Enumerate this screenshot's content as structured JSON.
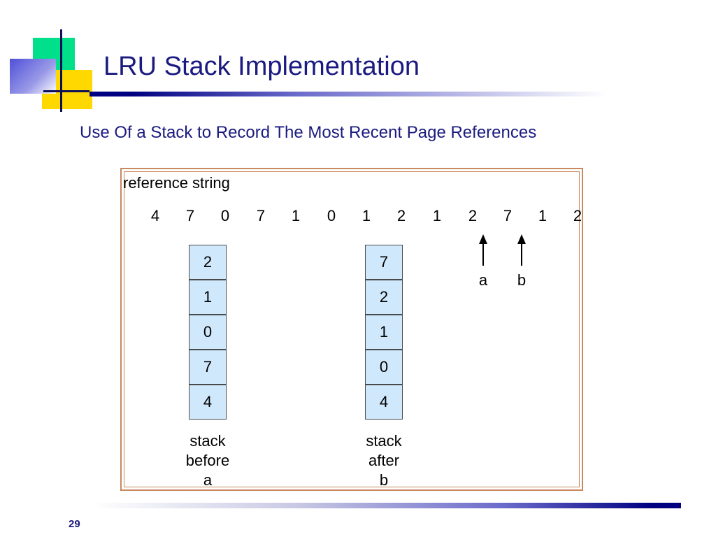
{
  "slide": {
    "title": "LRU Stack Implementation",
    "subtitle": "Use Of a Stack to Record The Most Recent Page References",
    "page_number": "29"
  },
  "diagram": {
    "reference_label": "reference string",
    "reference_string": [
      "4",
      "7",
      "0",
      "7",
      "1",
      "0",
      "1",
      "2",
      "1",
      "2",
      "7",
      "1",
      "2"
    ],
    "stack_before": {
      "cells": [
        "2",
        "1",
        "0",
        "7",
        "4"
      ],
      "caption": [
        "stack",
        "before",
        "a"
      ]
    },
    "stack_after": {
      "cells": [
        "7",
        "2",
        "1",
        "0",
        "4"
      ],
      "caption": [
        "stack",
        "after",
        "b"
      ]
    },
    "arrows": [
      {
        "label": "a",
        "points_to_index": 9
      },
      {
        "label": "b",
        "points_to_index": 10
      }
    ],
    "colors": {
      "cell_fill": "#cfe8fb",
      "frame": "#c8895e",
      "title": "#1a1a80"
    }
  }
}
